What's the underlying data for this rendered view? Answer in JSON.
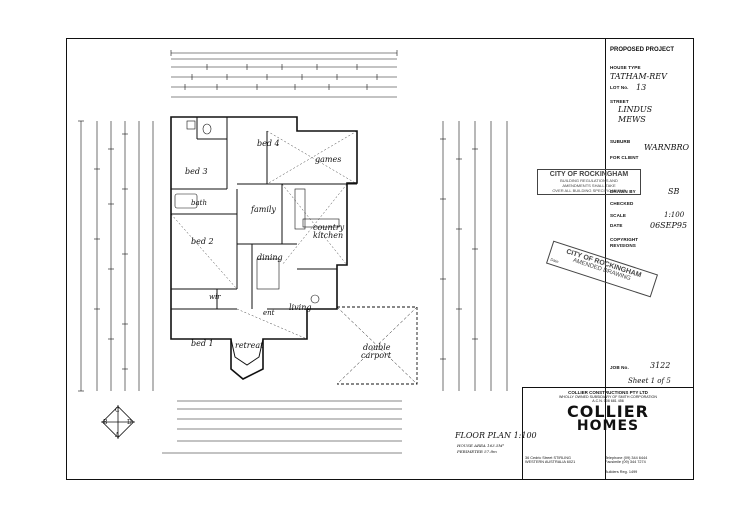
{
  "title_block": {
    "proposed_project": "PROPOSED PROJECT",
    "house_type_label": "HOUSE TYPE",
    "house_type": "TATHAM-REV",
    "lot_label": "LOT No.",
    "lot": "13",
    "street_label": "STREET",
    "street_line1": "LINDUS",
    "street_line2": "MEWS",
    "suburb_label": "SUBURB",
    "suburb": "WARNBRO",
    "client_label": "FOR CLIENT",
    "drawn_label": "DRAWN BY",
    "drawn": "SB",
    "checked_label": "CHECKED",
    "scale_label": "SCALE",
    "scale": "1:100",
    "date_label": "DATE",
    "date": "06SEP95",
    "copyright_label": "COPYRIGHT",
    "revisions_label": "REVISIONS",
    "job_label": "JOB No.",
    "job": "3122",
    "sheet": "Sheet 1 of 5"
  },
  "stamps": {
    "building_title": "CITY OF ROCKINGHAM",
    "building_line1": "BUILDING REGULATIONS AND",
    "building_line2": "AMENDMENTS SHALL TAKE",
    "building_line3": "OVER ALL BUILDING SPECIFICATIONS",
    "amended_title": "CITY OF ROCKINGHAM",
    "amended_sub": "AMENDED DRAWING",
    "amended_date": "Date"
  },
  "rooms": {
    "bed4": "bed 4",
    "games": "games",
    "bed3": "bed 3",
    "bath": "bath",
    "family": "family",
    "country_kitchen_1": "country",
    "country_kitchen_2": "kitchen",
    "bed2": "bed 2",
    "dining": "dining",
    "wir": "wir",
    "ent": "ent",
    "living": "living",
    "bed1": "bed 1",
    "retreat": "retreat",
    "carport_1": "double",
    "carport_2": "carport"
  },
  "floor_plan": {
    "title": "FLOOR PLAN 1:100",
    "house_area": "HOUSE AREA 163.5M²",
    "perimeter": "PERIMETER 57.8m"
  },
  "company": {
    "name": "COLLIER CONSTRUCTIONS PTY LTD",
    "subsidiary": "WHOLLY OWNED SUBSIDIARY OF SMITH CORPORATION",
    "acn": "A.C.N. 008 681 456",
    "logo_line1": "COLLIER",
    "logo_line2": "HOMES",
    "address1": "36 Cedric Street STIRLING",
    "address2": "WESTERN AUSTRALIA 6021",
    "tel_label": "Telephone",
    "tel": "(09) 344 6444",
    "fax_label": "Facsimile",
    "fax": "(09) 344 7274",
    "builders_reg": "Builders Reg. 1499"
  },
  "compass": {
    "a": "A",
    "b": "B",
    "c": "C",
    "d": "D"
  },
  "colors": {
    "ink": "#111111",
    "stamp": "#444444"
  }
}
